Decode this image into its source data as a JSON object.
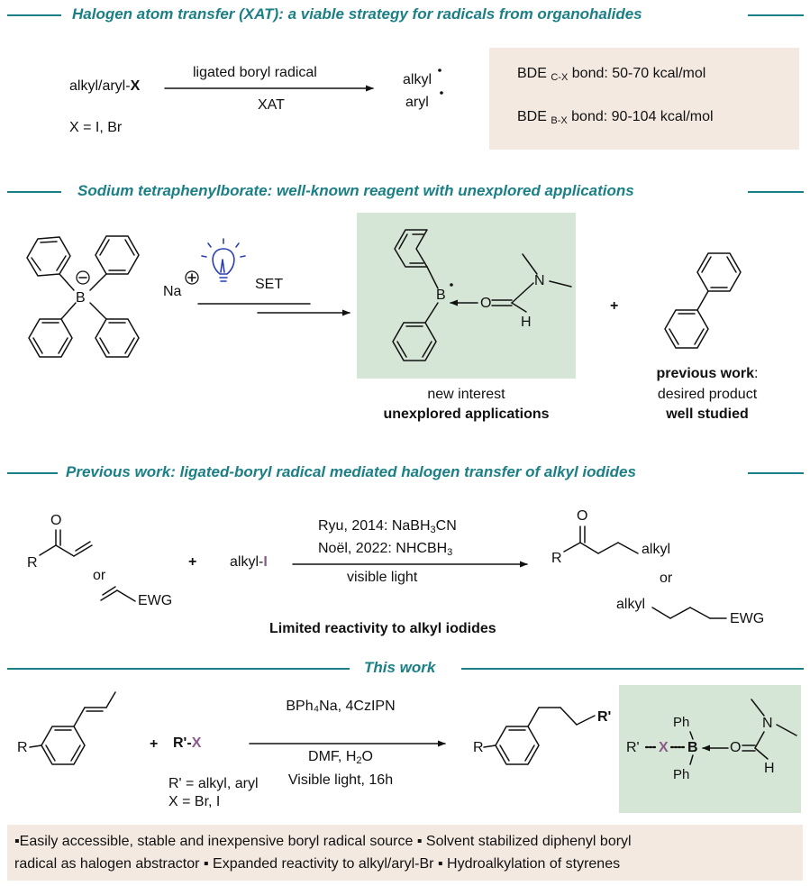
{
  "section1": {
    "header": "Halogen atom transfer (XAT): a viable strategy for radicals from organohalides",
    "substrate": "alkyl/aryl-",
    "substrate_x": "X",
    "x_def": "X = I, Br",
    "arrow_top": "ligated boryl radical",
    "arrow_bottom": "XAT",
    "product_alkyl": "alkyl",
    "product_aryl": "aryl",
    "bde_cx_prefix": "BDE",
    "bde_cx_sub": "C-X",
    "bde_cx_suffix": "bond: 50-70 kcal/mol",
    "bde_bx_prefix": "BDE",
    "bde_bx_sub": "B-X",
    "bde_bx_suffix": "bond: 90-104 kcal/mol"
  },
  "section2": {
    "header": "Sodium tetraphenylborate: well-known reagent with unexplored applications",
    "boron_label": "B",
    "sodium_label": "Na",
    "set_label": "SET",
    "radical_boron": "B",
    "radical_o": "O",
    "radical_n": "N",
    "radical_h": "H",
    "plus": "+",
    "new_interest": "new interest",
    "unexplored": "unexplored applications",
    "prev_work_bold": "previous work",
    "prev_work_colon": ":",
    "desired_product": "desired product",
    "well_studied": "well studied"
  },
  "section3": {
    "header": "Previous work: ligated-boryl radical mediated halogen transfer of alkyl iodides",
    "ketone_o": "O",
    "ketone_r": "R",
    "or1": "or",
    "ewg1": "EWG",
    "plus": "+",
    "alkyl_i_prefix": "alkyl-",
    "alkyl_i_suffix": "I",
    "ryu_prefix": "Ryu, 2014: NaBH",
    "ryu_sub": "3",
    "ryu_suffix": "CN",
    "noel_prefix": "Noël, 2022: NHCBH",
    "noel_sub": "3",
    "visible_light": "visible light",
    "product_o": "O",
    "product_r": "R",
    "product_alkyl": "alkyl",
    "or2": "or",
    "product2_alkyl": "alkyl",
    "ewg2": "EWG",
    "limited": "Limited reactivity to alkyl iodides"
  },
  "section4": {
    "header": "This work",
    "styrene_r": "R",
    "plus": "+",
    "rx_prefix": "R'-",
    "rx_suffix": "X",
    "r_def": "R' = alkyl, aryl",
    "x_def": "X = Br, I",
    "cond1": "BPh₄Na, 4CzIPN",
    "cond2_prefix": "DMF, H",
    "cond2_sub": "2",
    "cond2_suffix": "O",
    "cond3": "Visible light, 16h",
    "product_r": "R",
    "product_rp": "R'",
    "complex_rp": "R'",
    "complex_x": "X",
    "complex_b": "B",
    "complex_ph_top": "Ph",
    "complex_ph_bottom": "Ph",
    "complex_o": "O",
    "complex_n": "N",
    "complex_h": "H"
  },
  "summary": {
    "line1": "▪Easily accessible, stable and inexpensive boryl radical source ▪ Solvent stabilized diphenyl boryl",
    "line2": "radical as halogen abstractor ▪ Expanded reactivity to alkyl/aryl-Br ▪ Hydroalkylation of styrenes"
  },
  "colors": {
    "teal": "#1b7f86",
    "purple": "#8b5a8b",
    "beige": "#f3e9e1",
    "green": "#d6e6d6",
    "bulb_blue": "#2a3fb0"
  }
}
